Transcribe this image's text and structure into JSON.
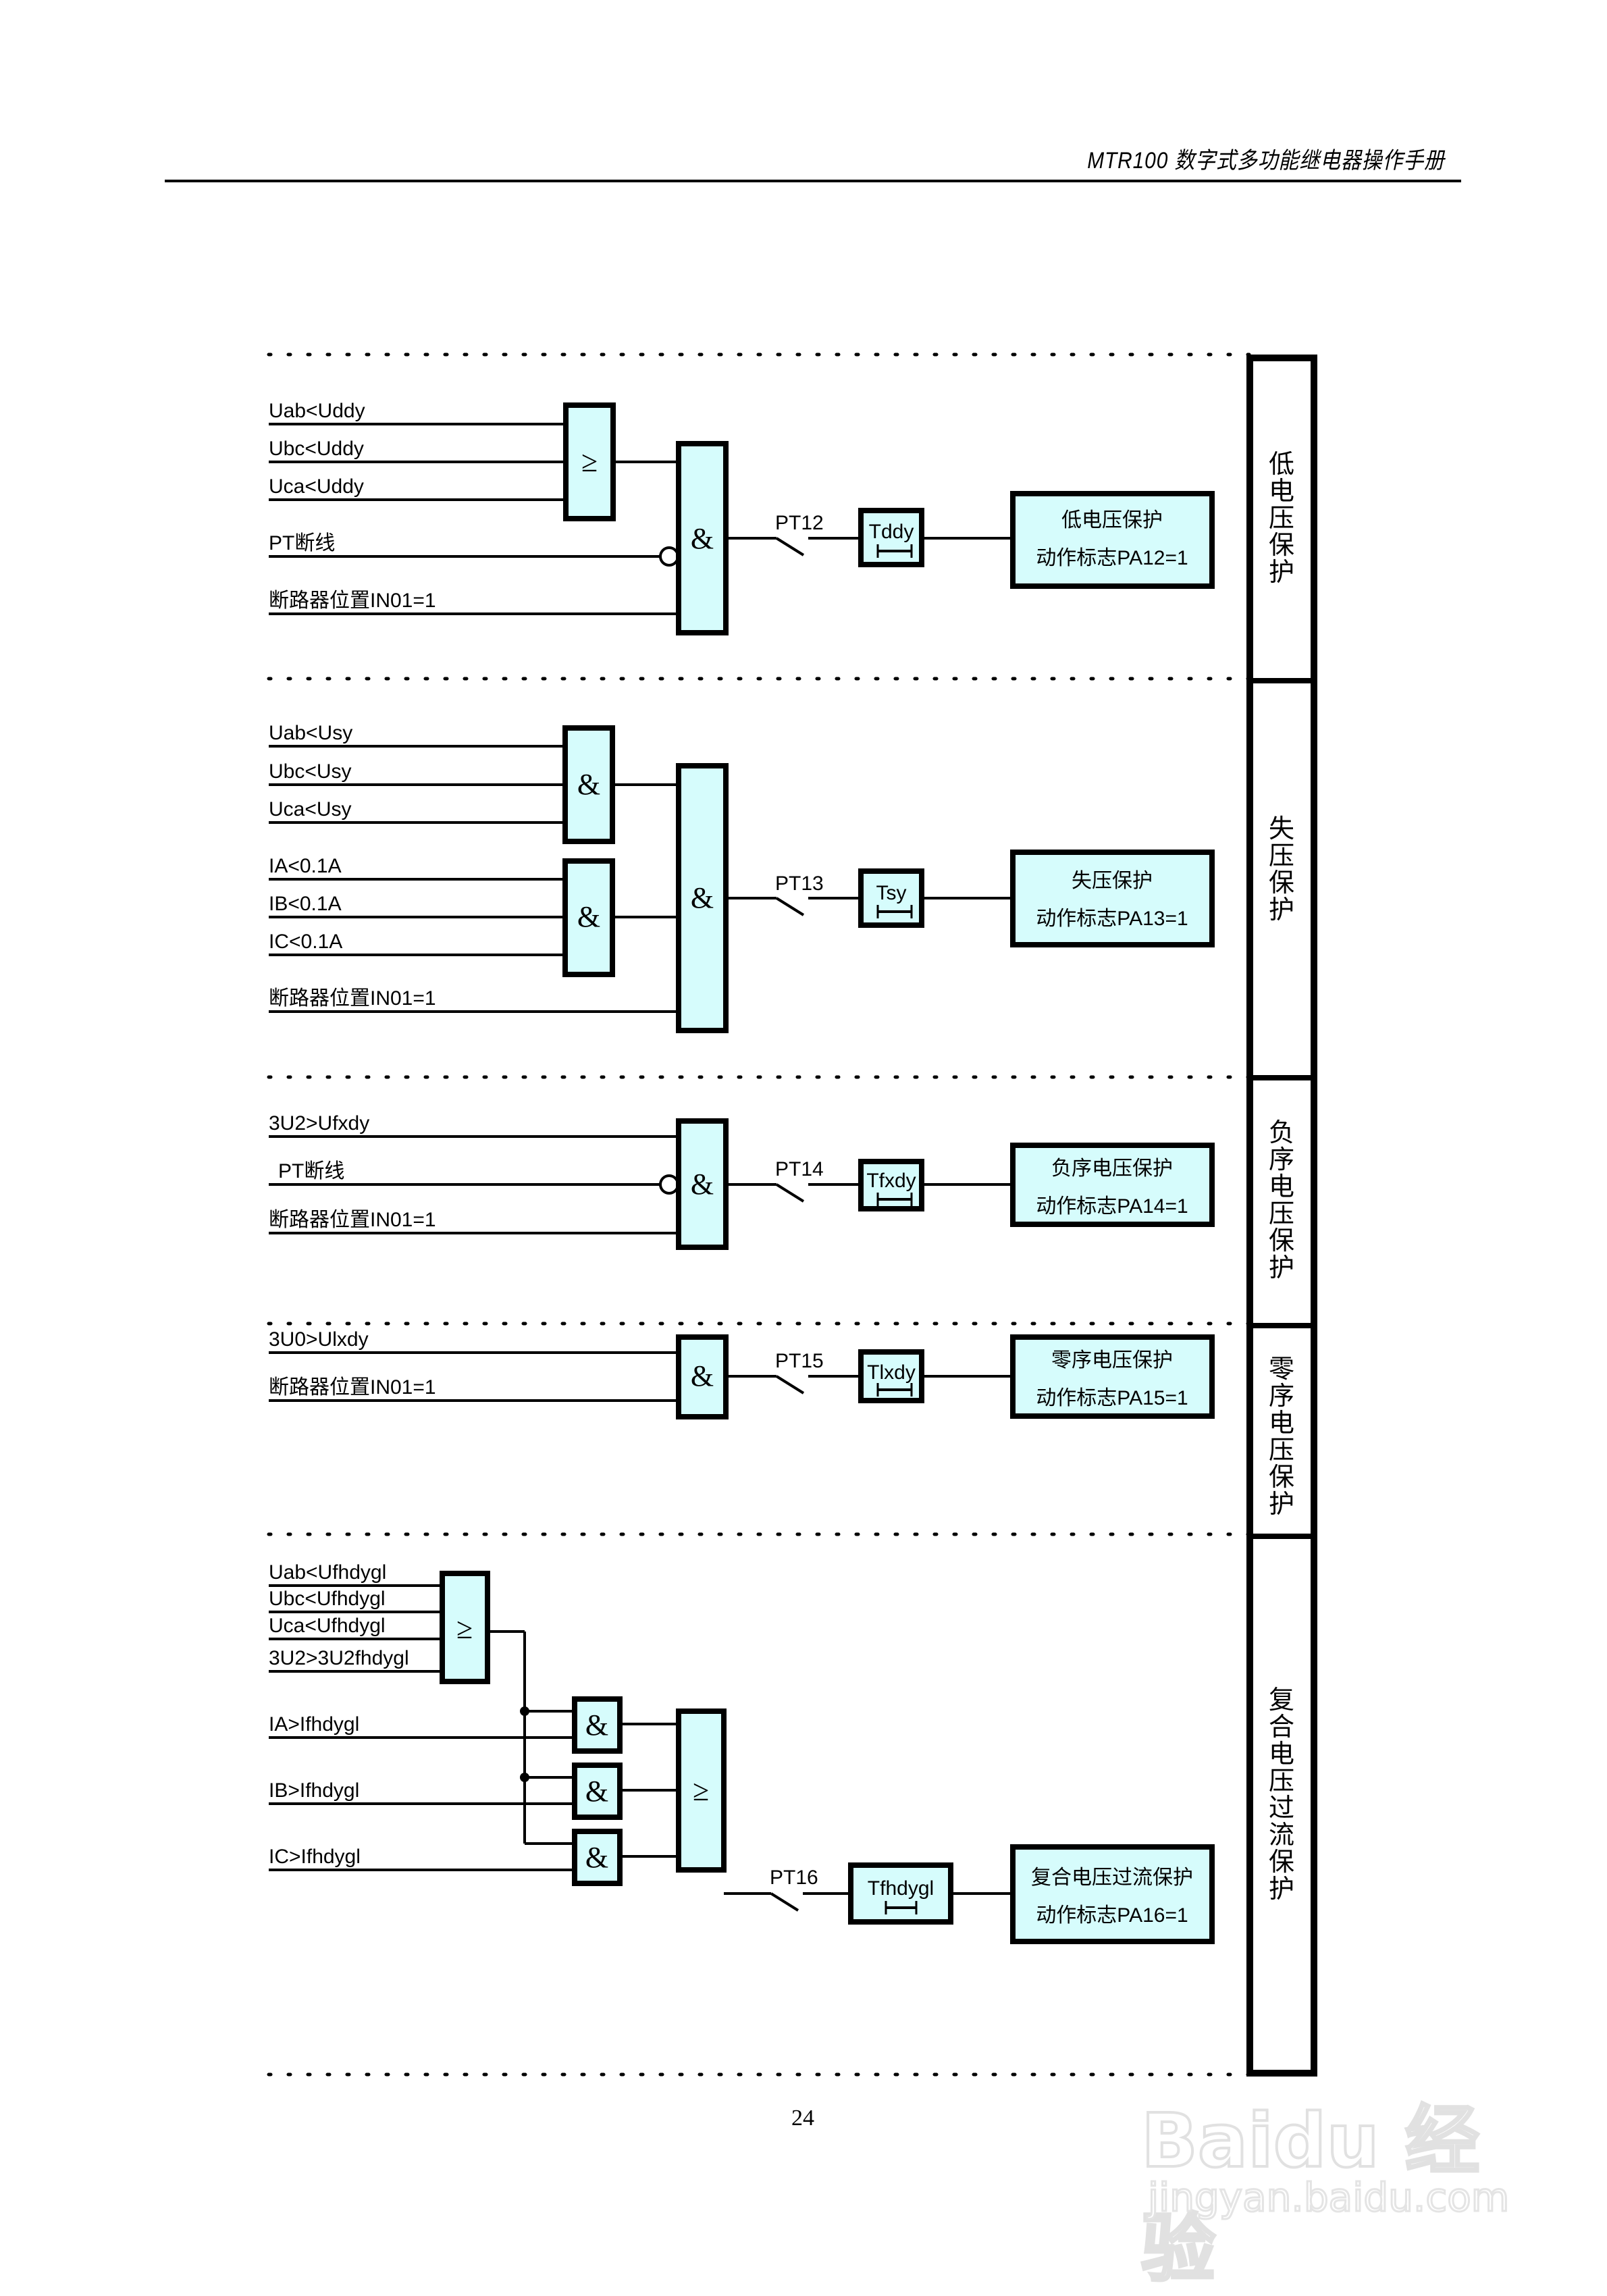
{
  "header": {
    "title": "MTR100 数字式多功能继电器操作手册"
  },
  "page_number": "24",
  "watermark": {
    "brand": "Baidu 经验",
    "url": "jingyan.baidu.com"
  },
  "colors": {
    "gate_fill": "#d6fcfc",
    "line": "#000000"
  },
  "sections": [
    {
      "id": "low-voltage",
      "side_label": "低电压保护",
      "inputs": [
        "Uab<Uddy",
        "Ubc<Uddy",
        "Uca<Uddy",
        "PT断线",
        "断路器位置IN01=1"
      ],
      "pre_gates": [
        {
          "symbol": "≥"
        }
      ],
      "main_gate": "&",
      "switch_label": "PT12",
      "timer_label": "Tddy",
      "output_line1": "低电压保护",
      "output_line2": "动作标志PA12=1"
    },
    {
      "id": "loss-of-voltage",
      "side_label": "失压保护",
      "inputs": [
        "Uab<Usy",
        "Ubc<Usy",
        "Uca<Usy",
        "IA<0.1A",
        "IB<0.1A",
        "IC<0.1A",
        "断路器位置IN01=1"
      ],
      "pre_gates": [
        {
          "symbol": "&"
        },
        {
          "symbol": "&"
        }
      ],
      "main_gate": "&",
      "switch_label": "PT13",
      "timer_label": "Tsy",
      "output_line1": "失压保护",
      "output_line2": "动作标志PA13=1"
    },
    {
      "id": "negative-sequence",
      "side_label": "负序电压保护",
      "inputs": [
        "3U2>Ufxdy",
        "PT断线",
        "断路器位置IN01=1"
      ],
      "main_gate": "&",
      "switch_label": "PT14",
      "timer_label": "Tfxdy",
      "output_line1": "负序电压保护",
      "output_line2": "动作标志PA14=1"
    },
    {
      "id": "zero-sequence",
      "side_label": "零序电压保护",
      "inputs": [
        "3U0>Ulxdy",
        "断路器位置IN01=1"
      ],
      "main_gate": "&",
      "switch_label": "PT15",
      "timer_label": "Tlxdy",
      "output_line1": "零序电压保护",
      "output_line2": "动作标志PA15=1"
    },
    {
      "id": "compound-overcurrent",
      "side_label": "复合电压过流保护",
      "inputs": [
        "Uab<Ufhdygl",
        "Ubc<Ufhdygl",
        "Uca<Ufhdygl",
        "3U2>3U2fhdygl",
        "IA>Ifhdygl",
        "IB>Ifhdygl",
        "IC>Ifhdygl"
      ],
      "pre_gates": [
        {
          "symbol": "≥"
        },
        {
          "symbol": "&"
        },
        {
          "symbol": "&"
        },
        {
          "symbol": "&"
        }
      ],
      "main_gate": "≥",
      "switch_label": "PT16",
      "timer_label": "Tfhdygl",
      "output_line1": "复合电压过流保护",
      "output_line2": "动作标志PA16=1"
    }
  ]
}
